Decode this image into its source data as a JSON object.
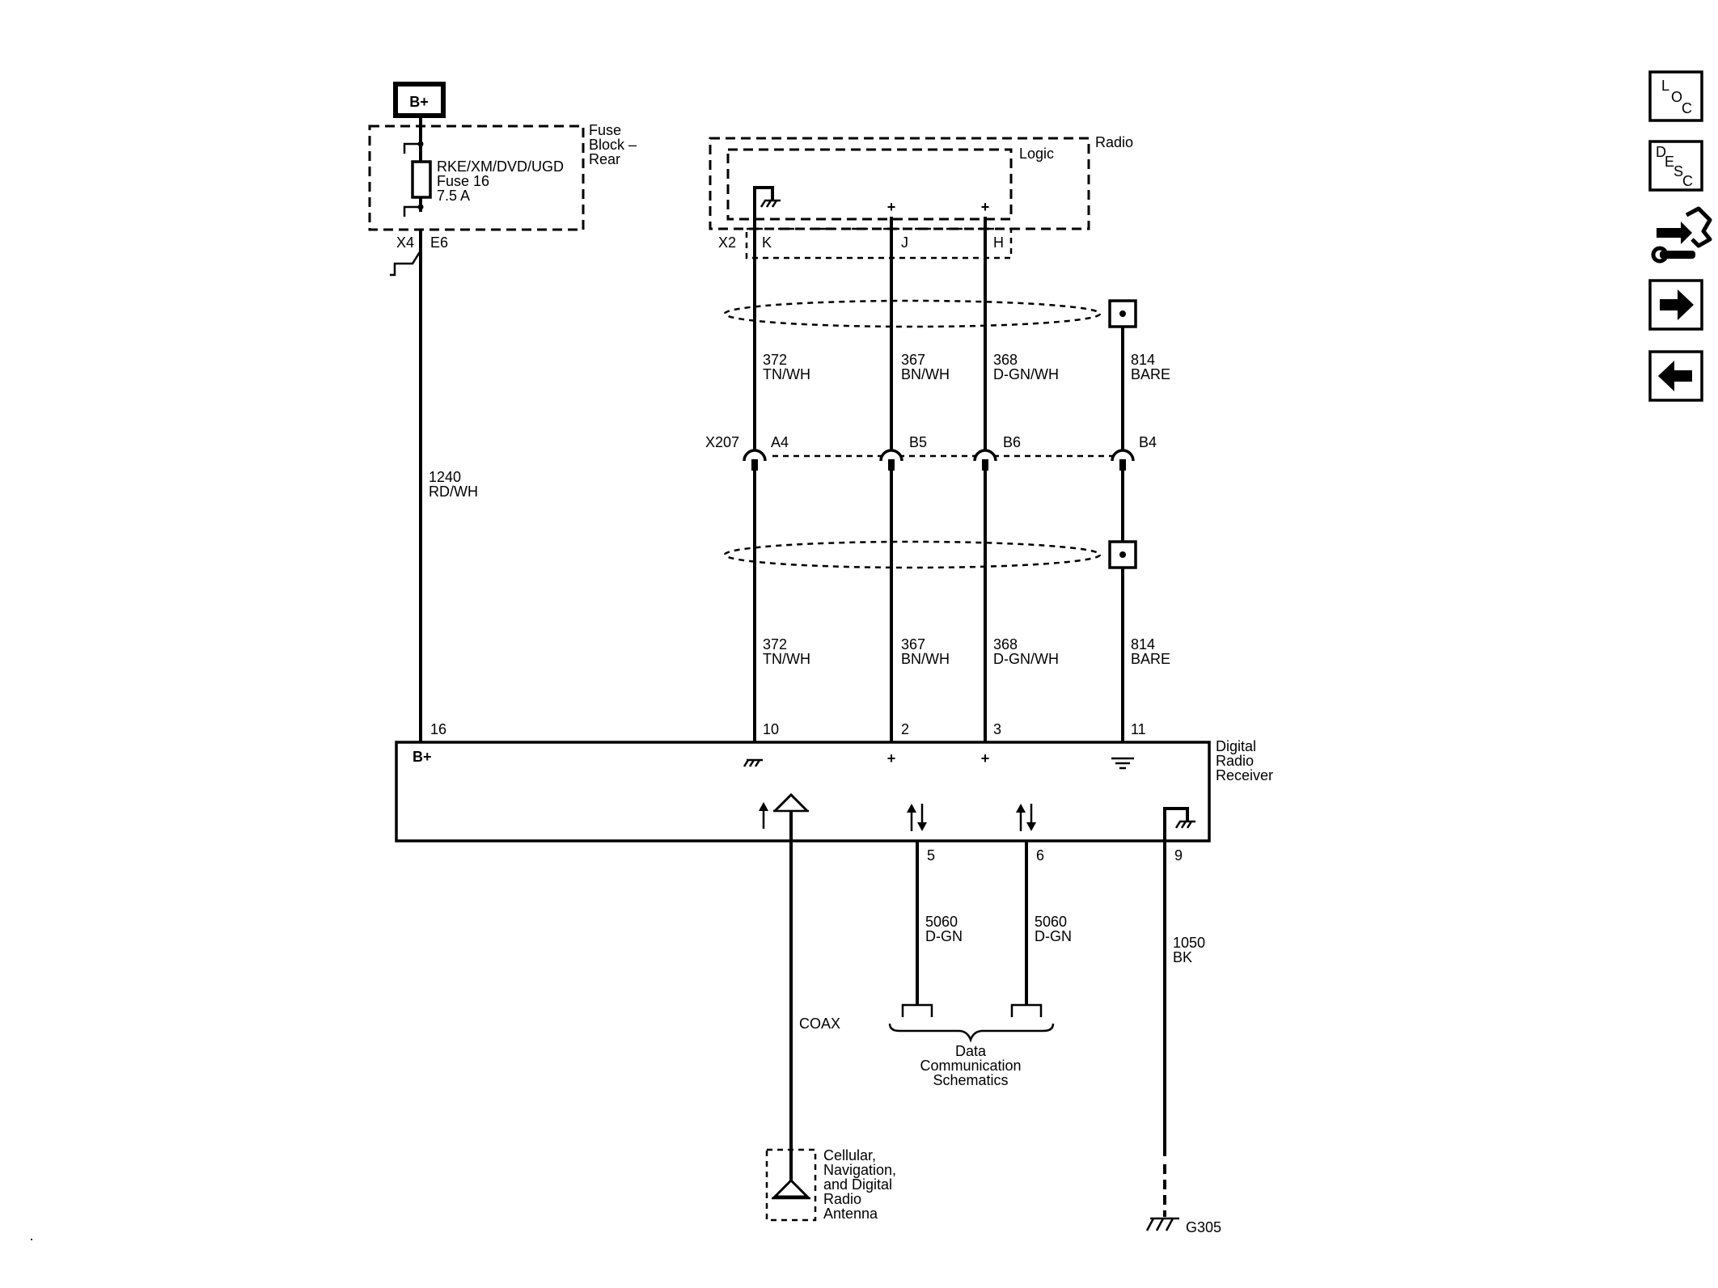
{
  "power_source": {
    "label": "B+"
  },
  "fuse_block": {
    "name_lines": [
      "Fuse",
      "Block –",
      "Rear"
    ],
    "fuse_lines": [
      "RKE/XM/DVD/UGD",
      "Fuse 16",
      "7.5 A"
    ],
    "connector": "X4",
    "pin": "E6"
  },
  "radio": {
    "name": "Radio",
    "logic_label": "Logic",
    "connector": "X2",
    "pins": [
      "K",
      "J",
      "H"
    ]
  },
  "wires_upper": [
    {
      "circuit": "372",
      "color": "TN/WH"
    },
    {
      "circuit": "367",
      "color": "BN/WH"
    },
    {
      "circuit": "368",
      "color": "D-GN/WH"
    },
    {
      "circuit": "814",
      "color": "BARE"
    }
  ],
  "inline_connector": {
    "name": "X207",
    "pins": [
      "A4",
      "B5",
      "B6",
      "B4"
    ]
  },
  "wires_lower": [
    {
      "circuit": "372",
      "color": "TN/WH"
    },
    {
      "circuit": "367",
      "color": "BN/WH"
    },
    {
      "circuit": "368",
      "color": "D-GN/WH"
    },
    {
      "circuit": "814",
      "color": "BARE"
    }
  ],
  "power_wire": {
    "circuit": "1240",
    "color": "RD/WH"
  },
  "receiver": {
    "name_lines": [
      "Digital",
      "Radio",
      "Receiver"
    ],
    "top_pins": [
      "16",
      "10",
      "2",
      "3",
      "11"
    ],
    "bplus_label": "B+",
    "bottom_pins": [
      "5",
      "6",
      "9"
    ]
  },
  "data_wires": [
    {
      "circuit": "5060",
      "color": "D-GN"
    },
    {
      "circuit": "5060",
      "color": "D-GN"
    }
  ],
  "data_comm": {
    "lines": [
      "Data",
      "Communication",
      "Schematics"
    ]
  },
  "coax_label": "COAX",
  "antenna": {
    "lines": [
      "Cellular,",
      "Navigation,",
      "and Digital",
      "Radio",
      "Antenna"
    ]
  },
  "ground_wire": {
    "circuit": "1050",
    "color": "BK"
  },
  "ground": {
    "label": "G305"
  },
  "nav_buttons": {
    "loc": [
      "L",
      "O",
      "C"
    ],
    "desc": [
      "D",
      "E",
      "S",
      "C"
    ]
  }
}
